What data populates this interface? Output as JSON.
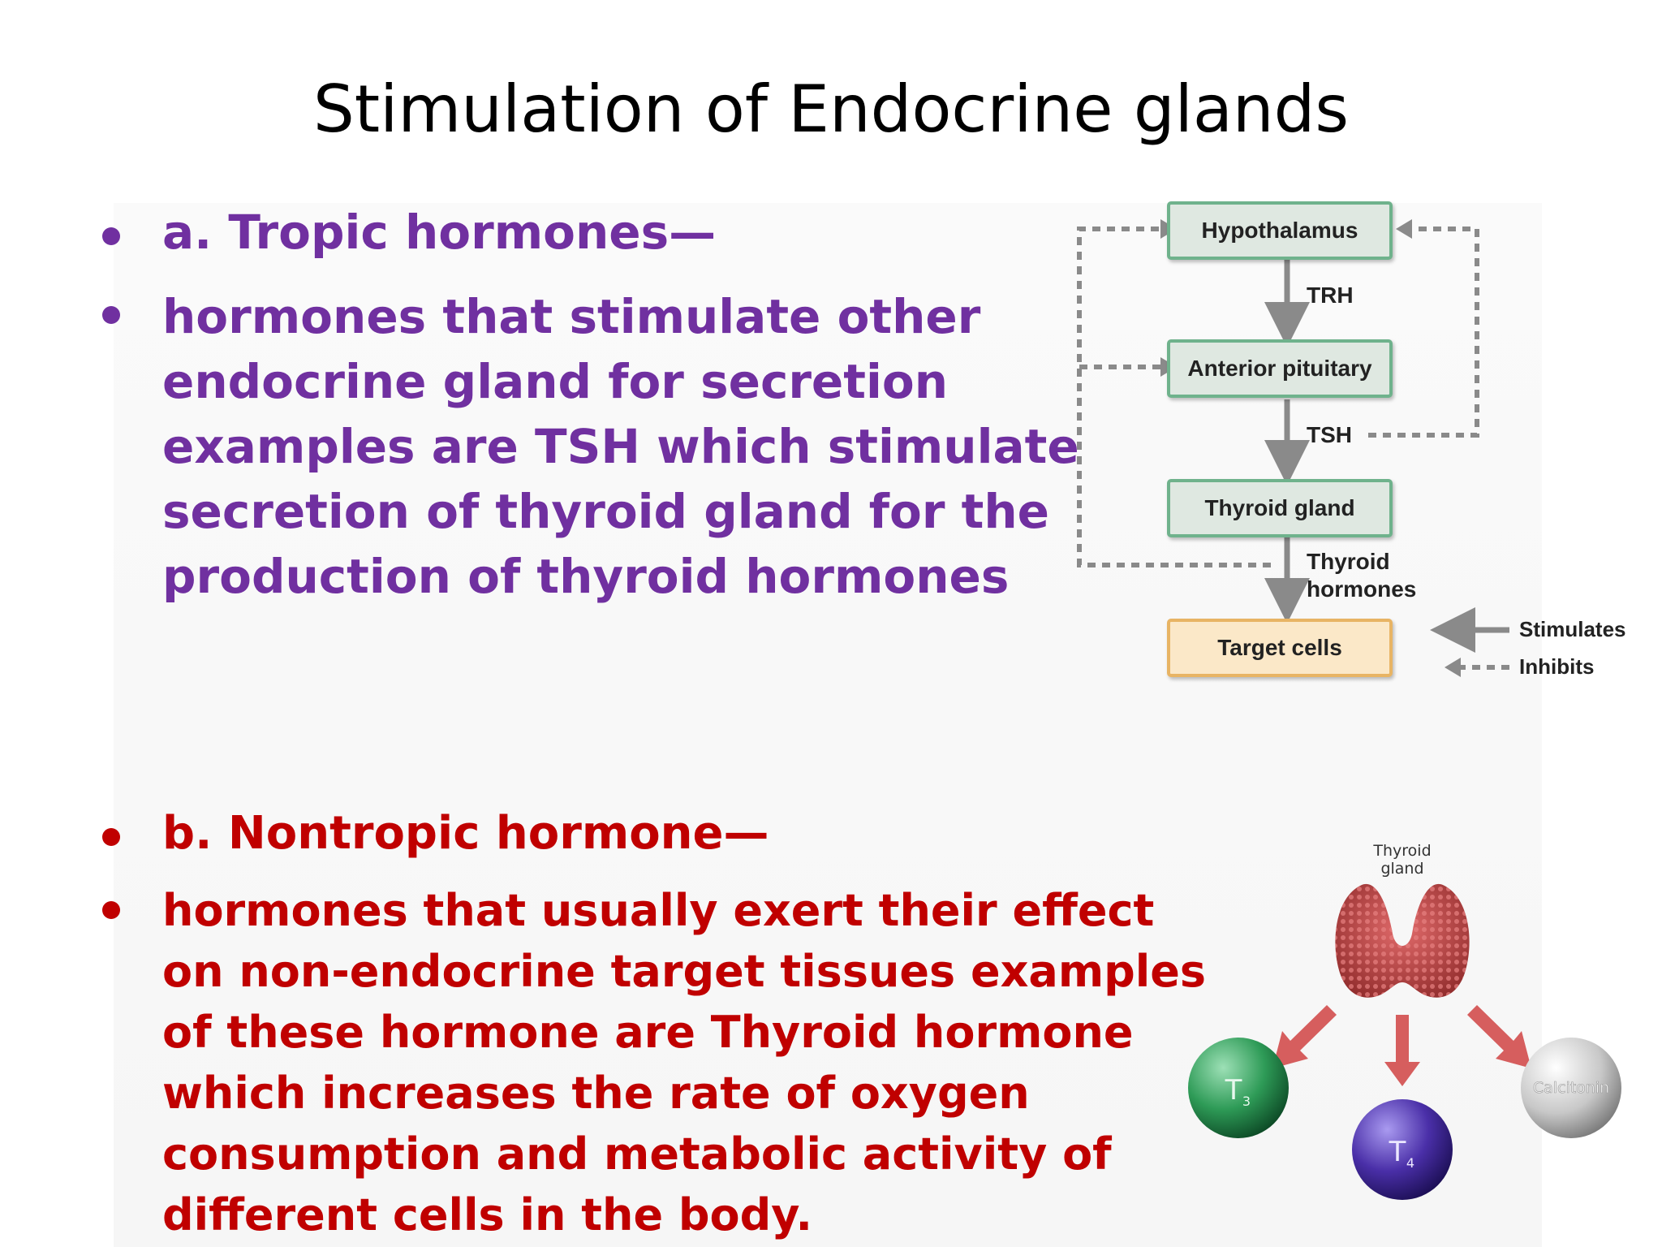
{
  "title": "Stimulation of Endocrine glands",
  "section_a": {
    "heading": "a. Tropic hormones—",
    "lines": [
      "hormones that stimulate other",
      "endocrine gland for secretion",
      "examples are TSH which stimulate",
      "secretion of thyroid gland for the",
      "production of thyroid hormones"
    ]
  },
  "section_b": {
    "heading": "b. Nontropic hormone—",
    "lines": [
      "hormones that usually exert their effect",
      "on non-endocrine target tissues examples",
      "of these hormone are Thyroid hormone",
      "which increases the rate of oxygen",
      "consumption and metabolic activity of",
      "different cells in the body."
    ]
  },
  "flow_diagram": {
    "boxes": [
      "Hypothalamus",
      "Anterior pituitary",
      "Thyroid gland",
      "Target cells"
    ],
    "arrow_labels": [
      "TRH",
      "TSH",
      "Thyroid",
      "hormones"
    ],
    "legend": {
      "stimulates": "Stimulates",
      "inhibits": "Inhibits"
    },
    "colors": {
      "box_border": "#6fb28c",
      "box_fill": "#dfe8e1",
      "target_border": "#e8b464",
      "target_fill": "#fbe8c8",
      "arrow": "#8a8a8a"
    }
  },
  "thyroid_illustration": {
    "gland_label": [
      "Thyroid",
      "gland"
    ],
    "t3": {
      "main": "T",
      "sub": "3"
    },
    "t4": {
      "main": "T",
      "sub": "4"
    },
    "calcitonin": "Calcitonin",
    "colors": {
      "t3": "#2e9b57",
      "t4": "#4a2fa8",
      "calcitonin": "#c8c8c8",
      "gland": "#c24a4a",
      "arrow": "#d24c4c"
    }
  },
  "colors": {
    "tropic_text": "#7030a0",
    "nontropic_text": "#c00000"
  }
}
